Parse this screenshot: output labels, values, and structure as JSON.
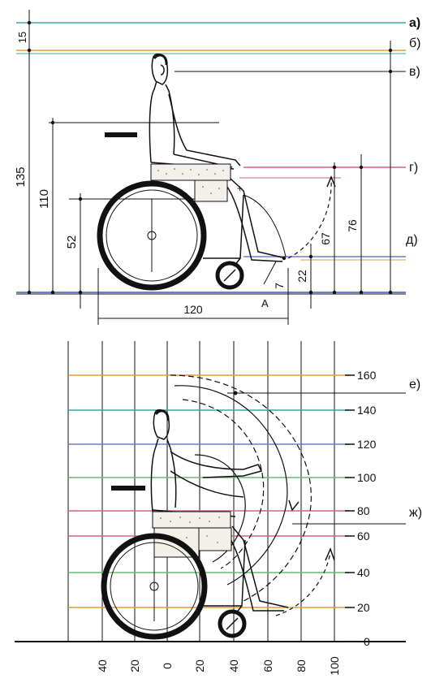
{
  "top_diagram": {
    "row_letters": [
      "а)",
      "б)",
      "в)",
      "г)",
      "д)"
    ],
    "heights": {
      "top_offset": "15",
      "total": "135",
      "shoulder": "110",
      "wheel": "52",
      "armrest": "76",
      "seat": "67",
      "footrest": "22",
      "foot_toe": "7"
    },
    "width": "120",
    "point_label": "A"
  },
  "bottom_diagram": {
    "y_ticks": [
      "160",
      "140",
      "120",
      "100",
      "80",
      "60",
      "40",
      "20",
      "0"
    ],
    "x_ticks": [
      "40",
      "20",
      "0",
      "20",
      "40",
      "60",
      "80",
      "100"
    ],
    "row_letters": [
      "е)",
      "ж)"
    ]
  },
  "colors": {
    "line": "#111111",
    "teal": "#3aa9a0",
    "orange": "#e39a3a",
    "pink": "#d0657a",
    "blue": "#6a7fd1",
    "green": "#6ab870"
  }
}
